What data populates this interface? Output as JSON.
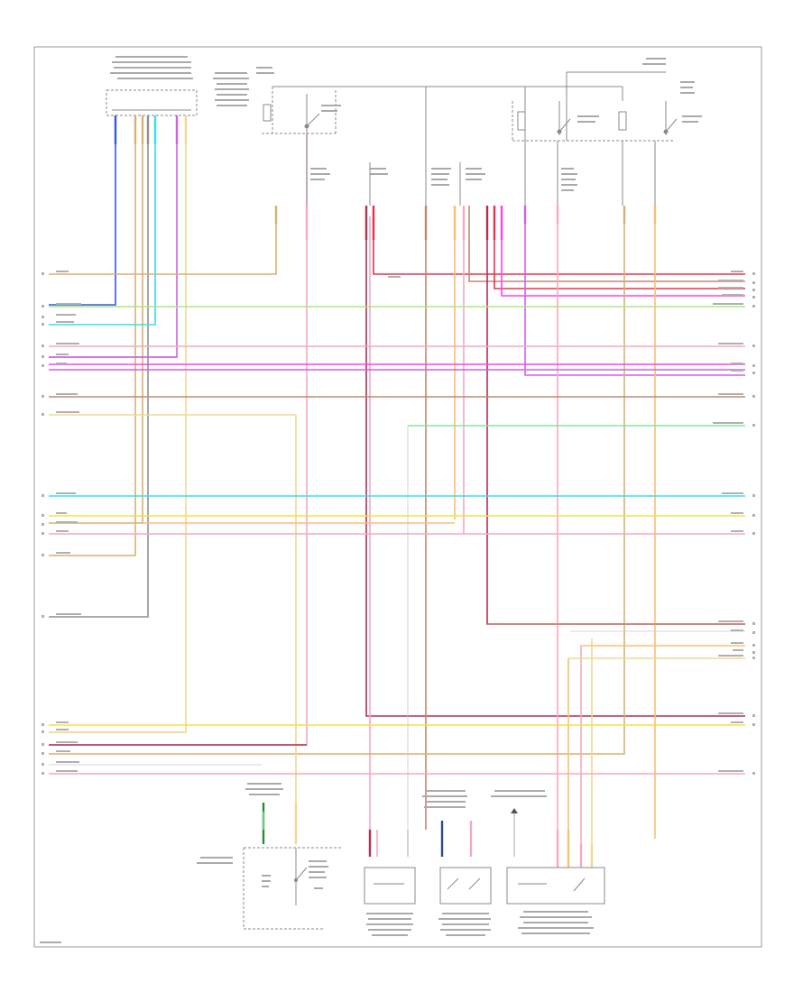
{
  "diagram": {
    "footer_code": "",
    "colors": {
      "border": "#9a9a9a",
      "component": "#7a7a7a",
      "blue": "#2f5bd6",
      "tan": "#d8b070",
      "cyan": "#33e0f0",
      "violet": "#d060e8",
      "pink": "#f5a8c0",
      "red": "#e8304e",
      "magenta": "#ff40f0",
      "brown": "#c08870",
      "green": "#80e8a0",
      "ltgreen": "#a8e880",
      "yellow": "#f5e040",
      "orange": "#f8c070",
      "darkred": "#b03050",
      "gray": "#909090",
      "darkgreen": "#2a8a3a"
    },
    "components": [
      {
        "name": "sensor-module-box"
      },
      {
        "name": "fuse-block-left"
      },
      {
        "name": "fuse-block-right"
      },
      {
        "name": "bottom-switch-left"
      },
      {
        "name": "bottom-module-center-left"
      },
      {
        "name": "bottom-module-center"
      },
      {
        "name": "bottom-module-right"
      }
    ]
  }
}
